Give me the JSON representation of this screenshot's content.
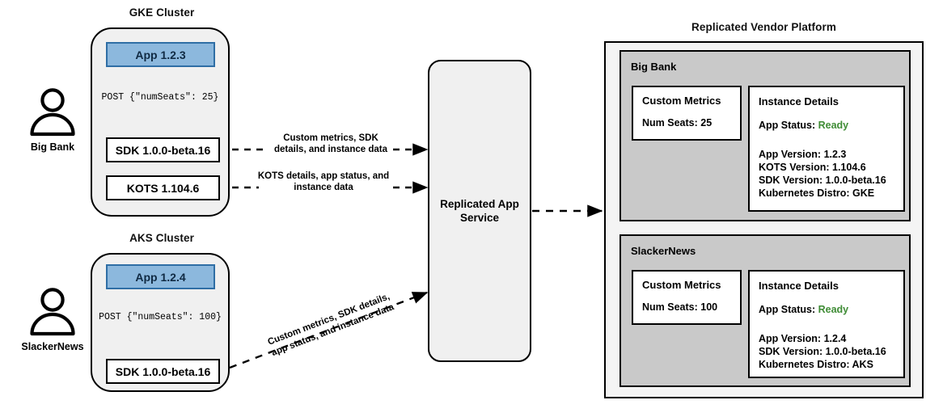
{
  "diagram": {
    "title_gke": "GKE Cluster",
    "title_aks": "AKS Cluster",
    "title_platform": "Replicated Vendor Platform"
  },
  "actors": [
    {
      "name": "Big Bank",
      "icon": "person-icon"
    },
    {
      "name": "SlackerNews",
      "icon": "person-icon"
    }
  ],
  "gke_cluster": {
    "app_label": "App 1.2.3",
    "post_label": "POST {\"numSeats\": 25}",
    "sdk_label": "SDK 1.0.0-beta.16",
    "kots_label": "KOTS 1.104.6"
  },
  "aks_cluster": {
    "app_label": "App 1.2.4",
    "post_label": "POST {\"numSeats\": 100}",
    "sdk_label": "SDK 1.0.0-beta.16"
  },
  "edge_labels": {
    "sdk_to_service": "Custom metrics, SDK details, and instance data",
    "kots_to_service": "KOTS details, app status, and instance data",
    "aks_to_service": "Custom metrics, SDK details, app status, and instance data"
  },
  "service": {
    "label": "Replicated App Service"
  },
  "platform": {
    "customers": [
      {
        "name": "Big Bank",
        "metrics": {
          "heading": "Custom Metrics",
          "rows": [
            "Num Seats: 25"
          ]
        },
        "instance": {
          "heading": "Instance Details",
          "status_label": "App Status:",
          "status_value": "Ready",
          "rows": [
            "App Version: 1.2.3",
            "KOTS Version: 1.104.6",
            "SDK Version: 1.0.0-beta.16",
            "Kubernetes Distro: GKE"
          ]
        }
      },
      {
        "name": "SlackerNews",
        "metrics": {
          "heading": "Custom Metrics",
          "rows": [
            "Num Seats: 100"
          ]
        },
        "instance": {
          "heading": "Instance Details",
          "status_label": "App Status:",
          "status_value": "Ready",
          "rows": [
            "App Version: 1.2.4",
            "SDK Version: 1.0.0-beta.16",
            "Kubernetes Distro: AKS"
          ]
        }
      }
    ]
  },
  "colors": {
    "app_fill": "#8cb8dd",
    "app_border": "#2f6ea5",
    "cluster_fill": "#f0f0f0",
    "customer_fill": "#c9c9c9",
    "panel_fill": "#f4f4f4",
    "status_ready": "#3f8c35",
    "stroke": "#000000"
  }
}
